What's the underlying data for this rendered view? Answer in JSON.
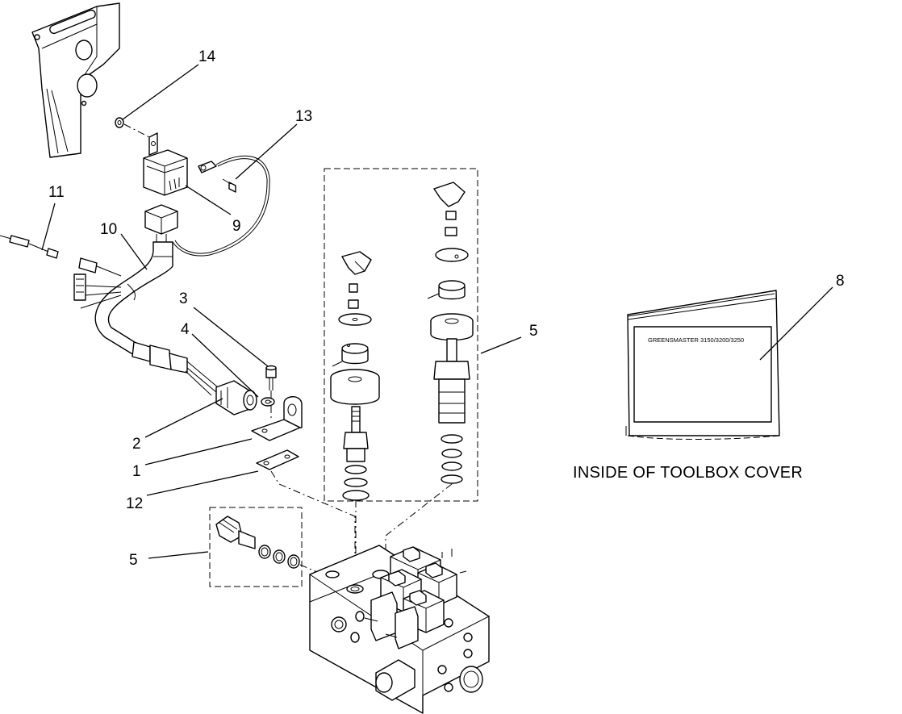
{
  "callouts": {
    "c1": "1",
    "c2": "2",
    "c3": "3",
    "c4": "4",
    "c5a": "5",
    "c5b": "5",
    "c8": "8",
    "c9": "9",
    "c10": "10",
    "c11": "11",
    "c12": "12",
    "c13": "13",
    "c14": "14"
  },
  "decal_text": "GREENSMASTER 3150/3200/3250",
  "caption": "INSIDE OF TOOLBOX COVER"
}
